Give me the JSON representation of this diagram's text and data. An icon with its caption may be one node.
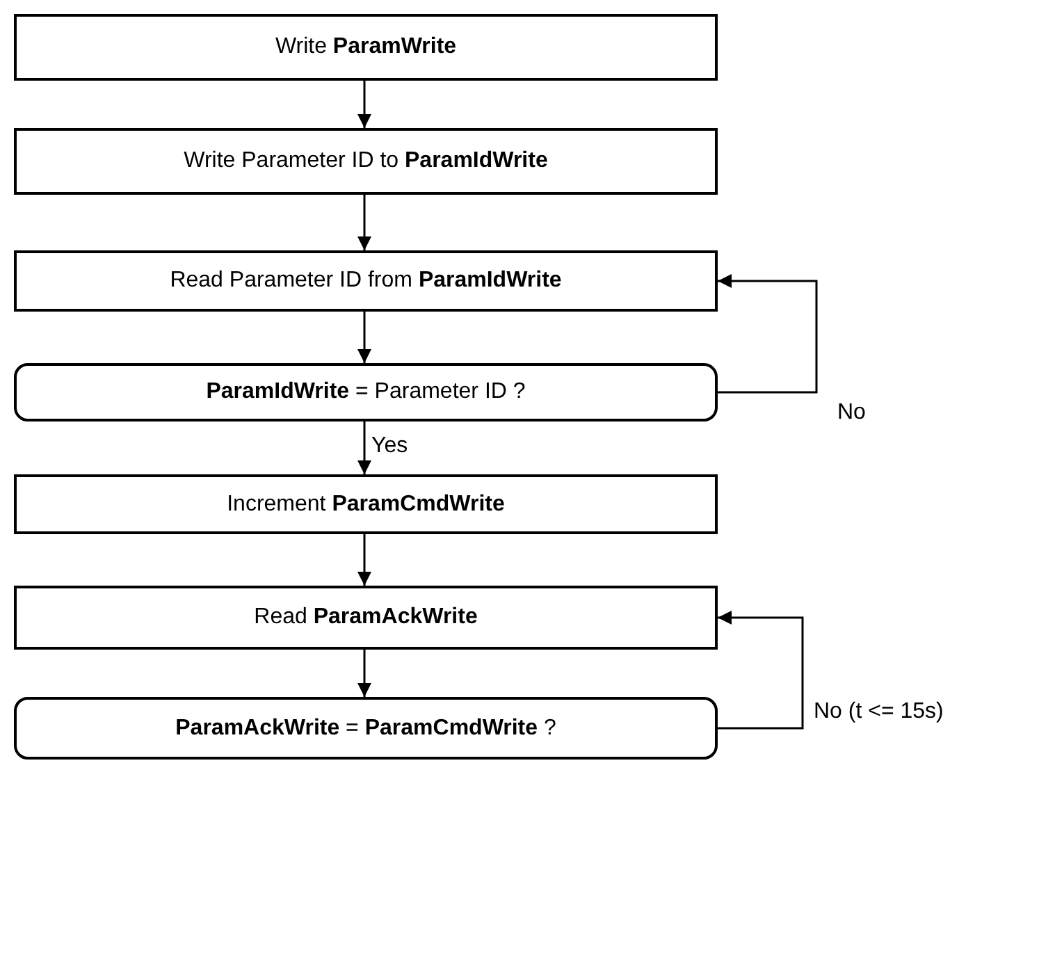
{
  "diagram": {
    "nodes": [
      {
        "text": [
          "Write **ParamWrite**"
        ]
      },
      {
        "text": [
          "Write Parameter ID to **ParamIdWrite**"
        ]
      },
      {
        "text": [
          "Read Parameter ID from **ParamIdWrite**"
        ]
      },
      {
        "text": [
          "**ParamIdWrite** = Parameter ID ?"
        ]
      },
      {
        "text": [
          "Increment **ParamCmdWrite**"
        ]
      },
      {
        "text": [
          "Read **ParamAckWrite**"
        ]
      },
      {
        "text": [
          "**ParamAckWrite** = **ParamCmdWrite** ?"
        ]
      }
    ],
    "edges": [
      {
        "from": 0,
        "to": 1,
        "arrow": "to"
      },
      {
        "from": 1,
        "to": 2,
        "arrow": "to"
      },
      {
        "from": 2,
        "to": 3,
        "arrow": "to"
      },
      {
        "from": 3,
        "to": 4,
        "arrow": "to",
        "label": "Yes"
      },
      {
        "from": 3,
        "to": 2,
        "arrow": "to",
        "label": "No"
      },
      {
        "from": 4,
        "to": 5,
        "arrow": "to"
      },
      {
        "from": 5,
        "to": 6,
        "arrow": "to"
      },
      {
        "from": 6,
        "to": 5,
        "arrow": "to",
        "label": "No (t <= 15s)"
      }
    ]
  }
}
